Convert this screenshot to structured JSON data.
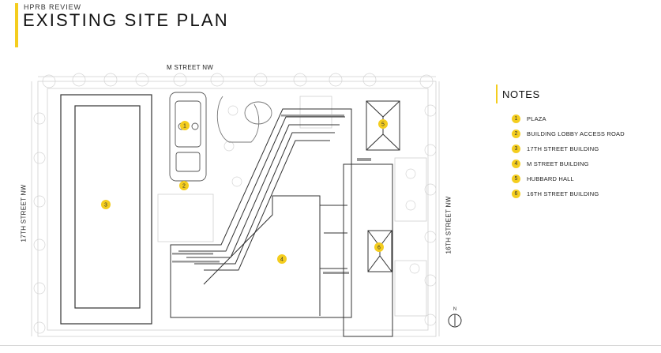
{
  "header": {
    "kicker": "HPRB REVIEW",
    "title": "EXISTING SITE PLAN"
  },
  "streets": {
    "north": "M STREET NW",
    "west": "17TH STREET NW",
    "east": "16TH STREET NW"
  },
  "compass": {
    "label": "N"
  },
  "markers": [
    "1",
    "2",
    "3",
    "4",
    "5",
    "6"
  ],
  "notes": {
    "title": "NOTES",
    "items": [
      {
        "number": "1",
        "label": "PLAZA"
      },
      {
        "number": "2",
        "label": "BUILDING LOBBY ACCESS ROAD"
      },
      {
        "number": "3",
        "label": "17TH STREET BUILDING"
      },
      {
        "number": "4",
        "label": "M STREET BUILDING"
      },
      {
        "number": "5",
        "label": "HUBBARD HALL"
      },
      {
        "number": "6",
        "label": "16TH STREET BUILDING"
      }
    ]
  },
  "colors": {
    "accent": "#f4cd1e",
    "line": "#333333",
    "context": "#c8c8c8"
  }
}
